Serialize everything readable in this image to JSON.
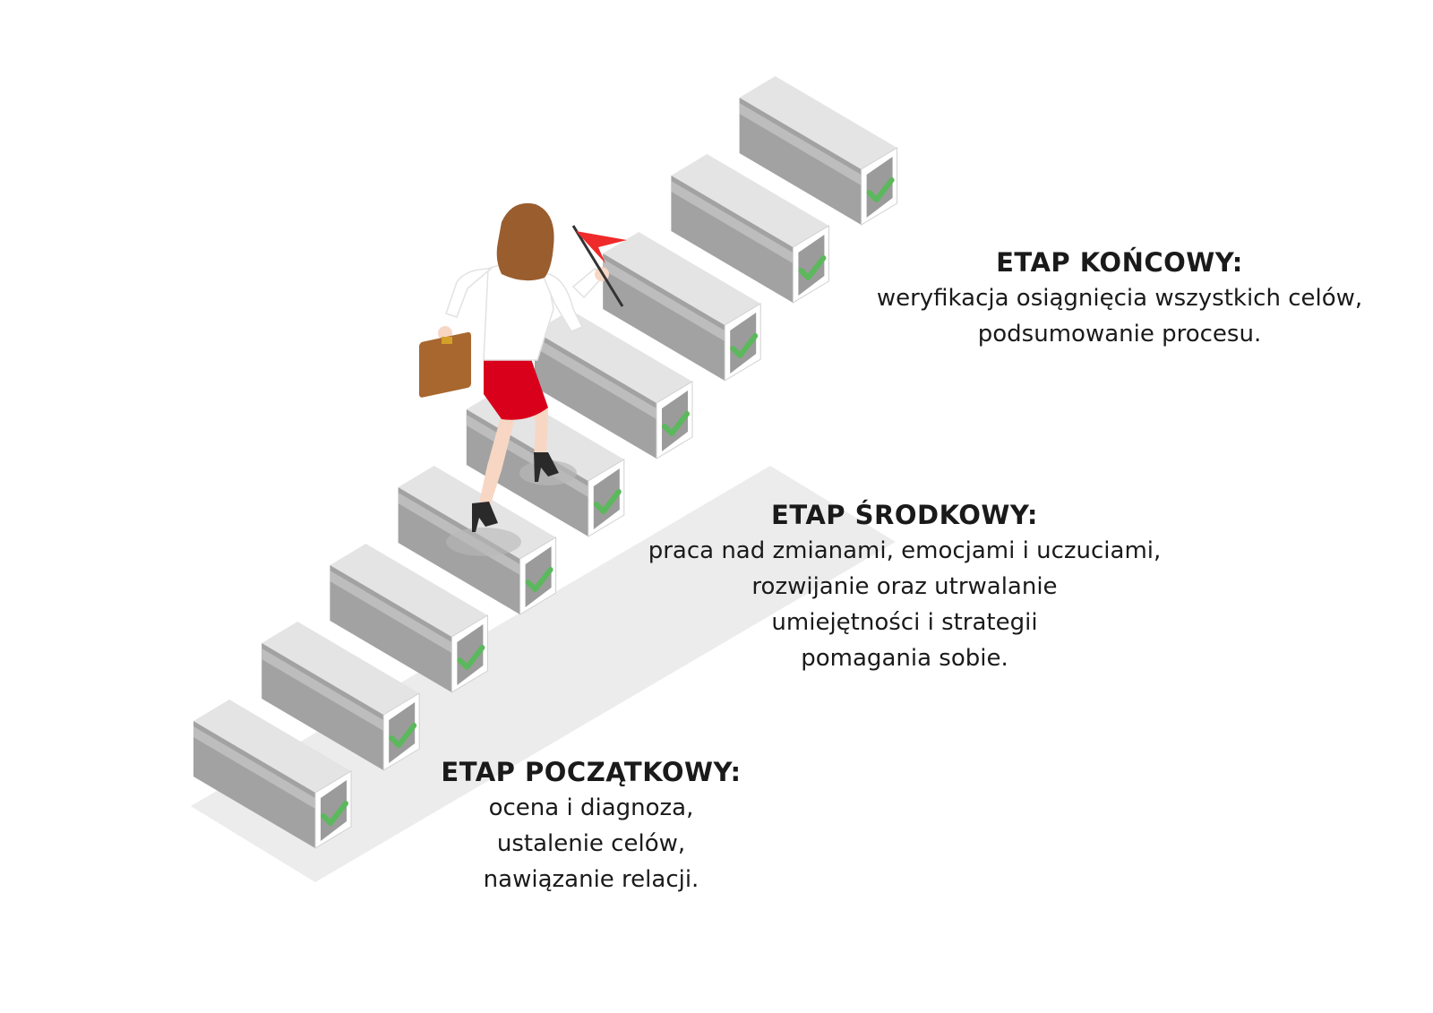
{
  "stages": {
    "final": {
      "title": "ETAP KOŃCOWY:",
      "lines": [
        "weryfikacja osiągnięcia wszystkich celów,",
        "podsumowanie procesu."
      ]
    },
    "middle": {
      "title": "ETAP ŚRODKOWY:",
      "lines": [
        "praca nad zmianami, emocjami i uczuciami,",
        "rozwijanie oraz utrwalanie",
        "umiejętności i strategii",
        "pomagania sobie."
      ]
    },
    "initial": {
      "title": "ETAP POCZĄTKOWY:",
      "lines": [
        "ocena i diagnoza,",
        "ustalenie celów,",
        "nawiązanie relacji."
      ]
    }
  },
  "steps": {
    "count": 9,
    "all_checked": true,
    "icon": "check-icon"
  },
  "figure": {
    "icons": [
      "businesswoman-figure",
      "briefcase-icon",
      "red-flag-icon"
    ]
  },
  "colors": {
    "step_top": "#e4e4e4",
    "step_side": "#a2a2a2",
    "step_front": "#ffffff",
    "floor": "#ececec",
    "check": "#5cb85c",
    "hair": "#9a5d2e",
    "skirt": "#d9001b",
    "flag": "#ef2a2a",
    "briefcase": "#a8672e",
    "text": "#1a1a1a"
  }
}
